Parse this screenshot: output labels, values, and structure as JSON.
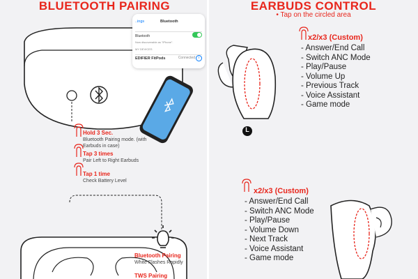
{
  "left": {
    "title": "BLUETOOTH PAIRING",
    "phone": {
      "back": "..ings",
      "header": "Bluetooth",
      "row_label": "Bluetooth",
      "discoverable": "Now discoverable as \"iPhone\".",
      "my_devices": "MY DEVICES",
      "device_name": "EDIFIER FitPods",
      "device_status": "Connected"
    },
    "steps": [
      {
        "action": "Hold 3 Sec.",
        "desc": "Bluetooth Pairing mode. (with Earbuds in case)"
      },
      {
        "action": "Tap 3 times",
        "desc": "Pair Left to Right Earbuds"
      },
      {
        "action": "Tap 1 time",
        "desc": "Check Battery Level"
      }
    ],
    "indicators": [
      {
        "label": "Bluetooth Pairing",
        "desc": "White Flashes Rapidly"
      },
      {
        "label": "TWS Pairing",
        "desc": ""
      }
    ]
  },
  "right": {
    "title": "EARBUDS CONTROL",
    "subtitle": "• Tap on the circled area",
    "left_bud": {
      "side_mark": "L",
      "custom": "x2/x3 (Custom)",
      "functions": [
        "- Answer/End Call",
        "- Switch ANC Mode",
        "- Play/Pause",
        "- Volume Up",
        "- Previous Track",
        "- Voice Assistant",
        "- Game mode"
      ]
    },
    "right_bud": {
      "custom": "x2/x3 (Custom)",
      "functions": [
        "- Answer/End Call",
        "- Switch ANC Mode",
        "- Play/Pause",
        "- Volume Down",
        "- Next Track",
        "- Voice Assistant",
        "- Game mode"
      ]
    }
  },
  "colors": {
    "accent": "#e8261c",
    "toggle": "#34c759",
    "phone": "#5aa9e6"
  }
}
